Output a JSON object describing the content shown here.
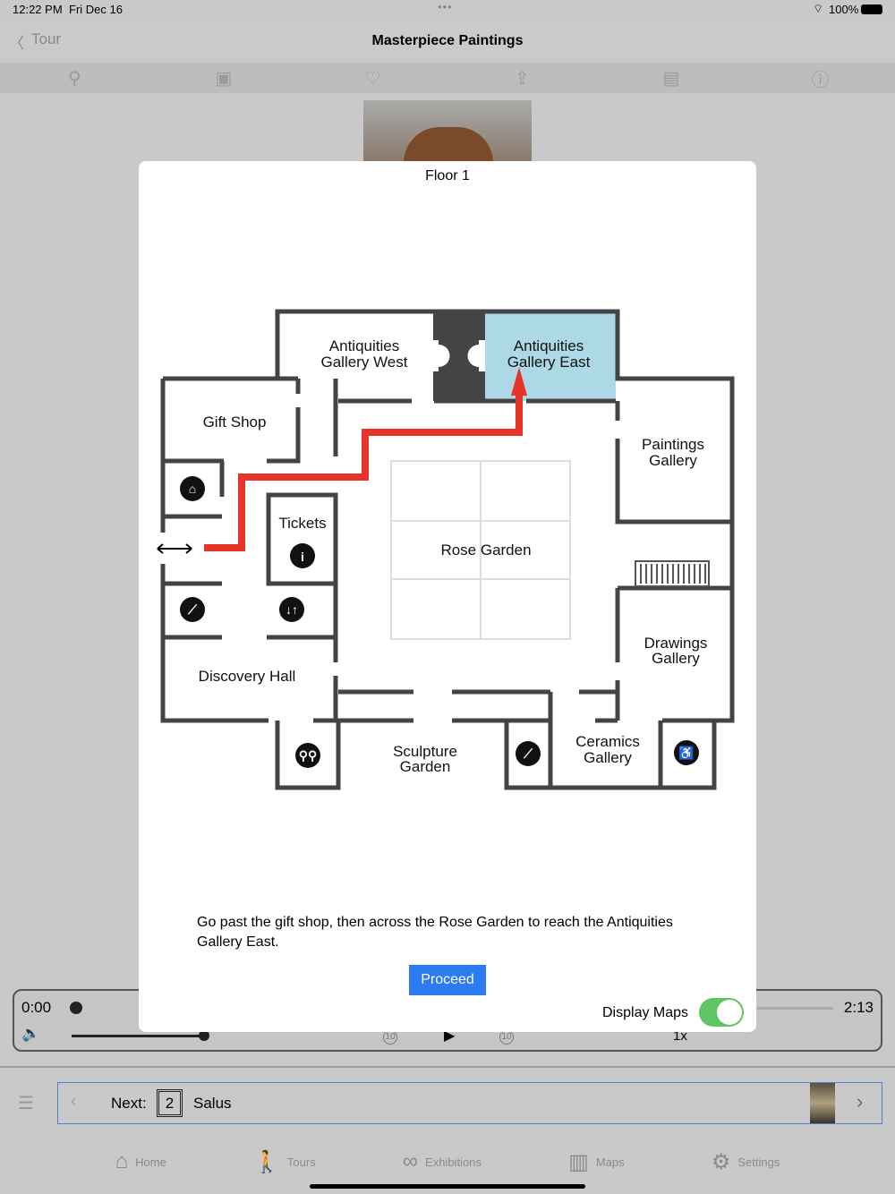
{
  "status": {
    "time": "12:22 PM",
    "date": "Fri Dec 16",
    "battery": "100%"
  },
  "nav": {
    "back_label": "Tour",
    "title": "Masterpiece Paintings"
  },
  "toolbar": [
    "location-icon",
    "portrait-icon",
    "heart-icon",
    "share-icon",
    "comment-icon",
    "help-icon"
  ],
  "modal": {
    "floor": "Floor 1",
    "rooms": {
      "ant_west_1": "Antiquities",
      "ant_west_2": "Gallery West",
      "ant_east_1": "Antiquities",
      "ant_east_2": "Gallery East",
      "gift": "Gift Shop",
      "paint_1": "Paintings",
      "paint_2": "Gallery",
      "tickets": "Tickets",
      "rose": "Rose Garden",
      "draw_1": "Drawings",
      "draw_2": "Gallery",
      "discovery": "Discovery Hall",
      "sculpt_1": "Sculpture",
      "sculpt_2": "Garden",
      "ceram_1": "Ceramics",
      "ceram_2": "Gallery"
    },
    "highlight_color": "#add8e6",
    "route_color": "#e8332a",
    "instructions": "Go past the gift shop, then across the Rose Garden to reach the Antiquities Gallery East.",
    "proceed_label": "Proceed",
    "display_maps_label": "Display Maps",
    "display_maps_on": true
  },
  "player": {
    "elapsed": "0:00",
    "duration": "2:13",
    "progress": 0,
    "volume": 0.6,
    "speed": "1x",
    "skip": "10"
  },
  "next": {
    "label": "Next:",
    "number": "2",
    "title": "Salus"
  },
  "tabs": [
    {
      "label": "Home",
      "icon": "home-icon"
    },
    {
      "label": "Tours",
      "icon": "walker-icon"
    },
    {
      "label": "Exhibitions",
      "icon": "binoculars-icon"
    },
    {
      "label": "Maps",
      "icon": "map-icon"
    },
    {
      "label": "Settings",
      "icon": "gear-icon"
    }
  ]
}
